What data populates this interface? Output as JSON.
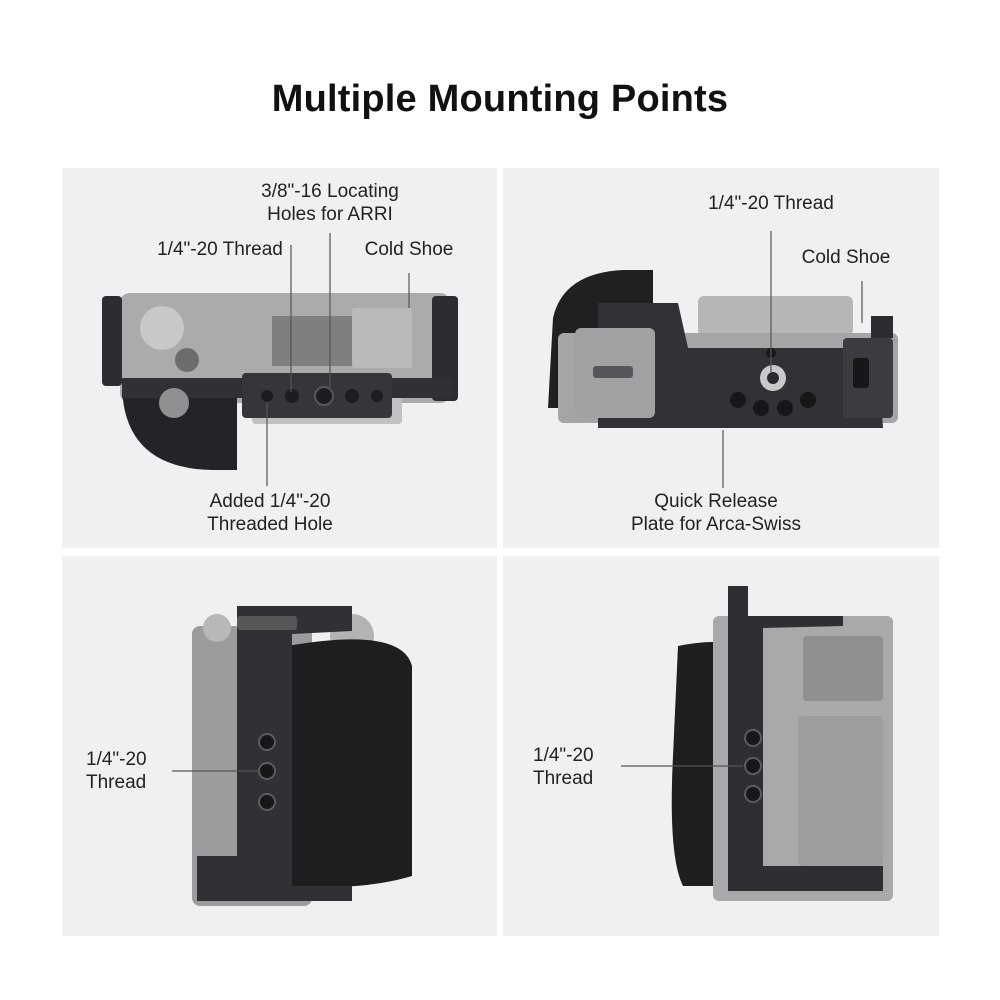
{
  "page": {
    "title": "Multiple Mounting Points"
  },
  "panels": {
    "top_left": {
      "locating_holes_line1": "3/8\"-16 Locating",
      "locating_holes_line2": "Holes for ARRI",
      "thread": "1/4\"-20 Thread",
      "cold_shoe": "Cold Shoe",
      "added_hole_line1": "Added 1/4\"-20",
      "added_hole_line2": "Threaded Hole"
    },
    "top_right": {
      "thread": "1/4\"-20 Thread",
      "cold_shoe": "Cold Shoe",
      "quick_release_line1": "Quick Release",
      "quick_release_line2": "Plate for Arca-Swiss"
    },
    "bottom_left": {
      "thread_line1": "1/4\"-20",
      "thread_line2": "Thread"
    },
    "bottom_right": {
      "thread_line1": "1/4\"-20",
      "thread_line2": "Thread"
    }
  },
  "colors": {
    "panel_bg": "#eef0f2",
    "cage_dark": "#2b2d30",
    "camera_gray": "#9a9c9e",
    "grip_black": "#1d1e20"
  }
}
